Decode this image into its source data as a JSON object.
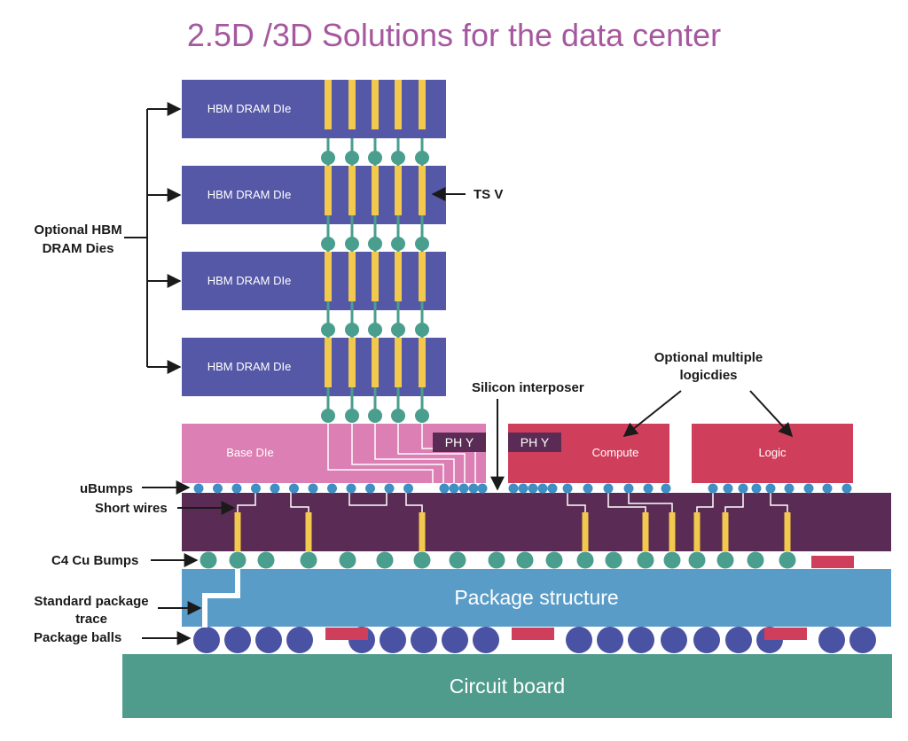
{
  "title": "2.5D /3D Solutions for the data center",
  "colors": {
    "hbm_die": "#5558a6",
    "tsv": "#f2c94c",
    "bump_teal": "#4a9e8e",
    "micro_bump": "#3f8fc4",
    "base_die": "#dc7fb4",
    "logic_die": "#cf3f5c",
    "interposer": "#5a2c55",
    "phy_block": "#5a2c55",
    "package": "#5a9cc8",
    "package_ball": "#4a52a3",
    "board": "#4f9b8c",
    "callout_text": "#1a1a1a"
  },
  "hbm_stack": {
    "dies": [
      {
        "label": "HBM DRAM DIe"
      },
      {
        "label": "HBM DRAM DIe"
      },
      {
        "label": "HBM DRAM DIe"
      },
      {
        "label": "HBM DRAM DIe"
      }
    ]
  },
  "dies": {
    "base": "Base DIe",
    "phy_left": "PH Y",
    "phy_right": "PH Y",
    "compute": "Compute",
    "logic": "Logic"
  },
  "layers": {
    "package": "Package structure",
    "board": "Circuit board"
  },
  "callouts": {
    "hbm_dies_line1": "Optional HBM",
    "hbm_dies_line2": "DRAM Dies",
    "tsv": "TS V",
    "silicon_interposer": "Silicon interposer",
    "logic_dies_line1": "Optional multiple",
    "logic_dies_line2": "logicdies",
    "ubumps": "uBumps",
    "short_wires": "Short wires",
    "c4_bumps": "C4 Cu Bumps",
    "package_trace_line1": "Standard package",
    "package_trace_line2": "trace",
    "package_balls": "Package balls"
  }
}
